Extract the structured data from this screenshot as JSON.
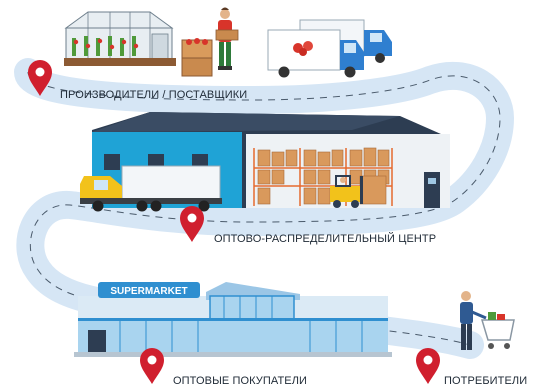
{
  "stages": [
    {
      "label": "ПРОИЗВОДИТЕЛИ / ПОСТАВЩИКИ",
      "icon": "greenhouse-farmer-trucks"
    },
    {
      "label": "ОПТОВО-РАСПРЕДЕЛИТЕЛЬНЫЙ ЦЕНТР",
      "icon": "warehouse-truck-forklift"
    },
    {
      "label": "ОПТОВЫЕ ПОКУПАТЕЛИ",
      "icon": "supermarket-building"
    },
    {
      "label": "ПОТРЕБИТЕЛИ",
      "icon": "shopper-with-cart"
    }
  ],
  "supermarket_sign": "SUPERMARKET",
  "colors": {
    "road": "#d6e6f5",
    "road_dash": "#4a5a6b",
    "pin": "#d01f2e",
    "warehouse_blue": "#1fa3d6",
    "warehouse_roof": "#2d3d52",
    "truck_cab": "#f2c21b",
    "box": "#d9995c",
    "store_glass": "#a9d4ef",
    "store_frame": "#2f8fd0"
  }
}
